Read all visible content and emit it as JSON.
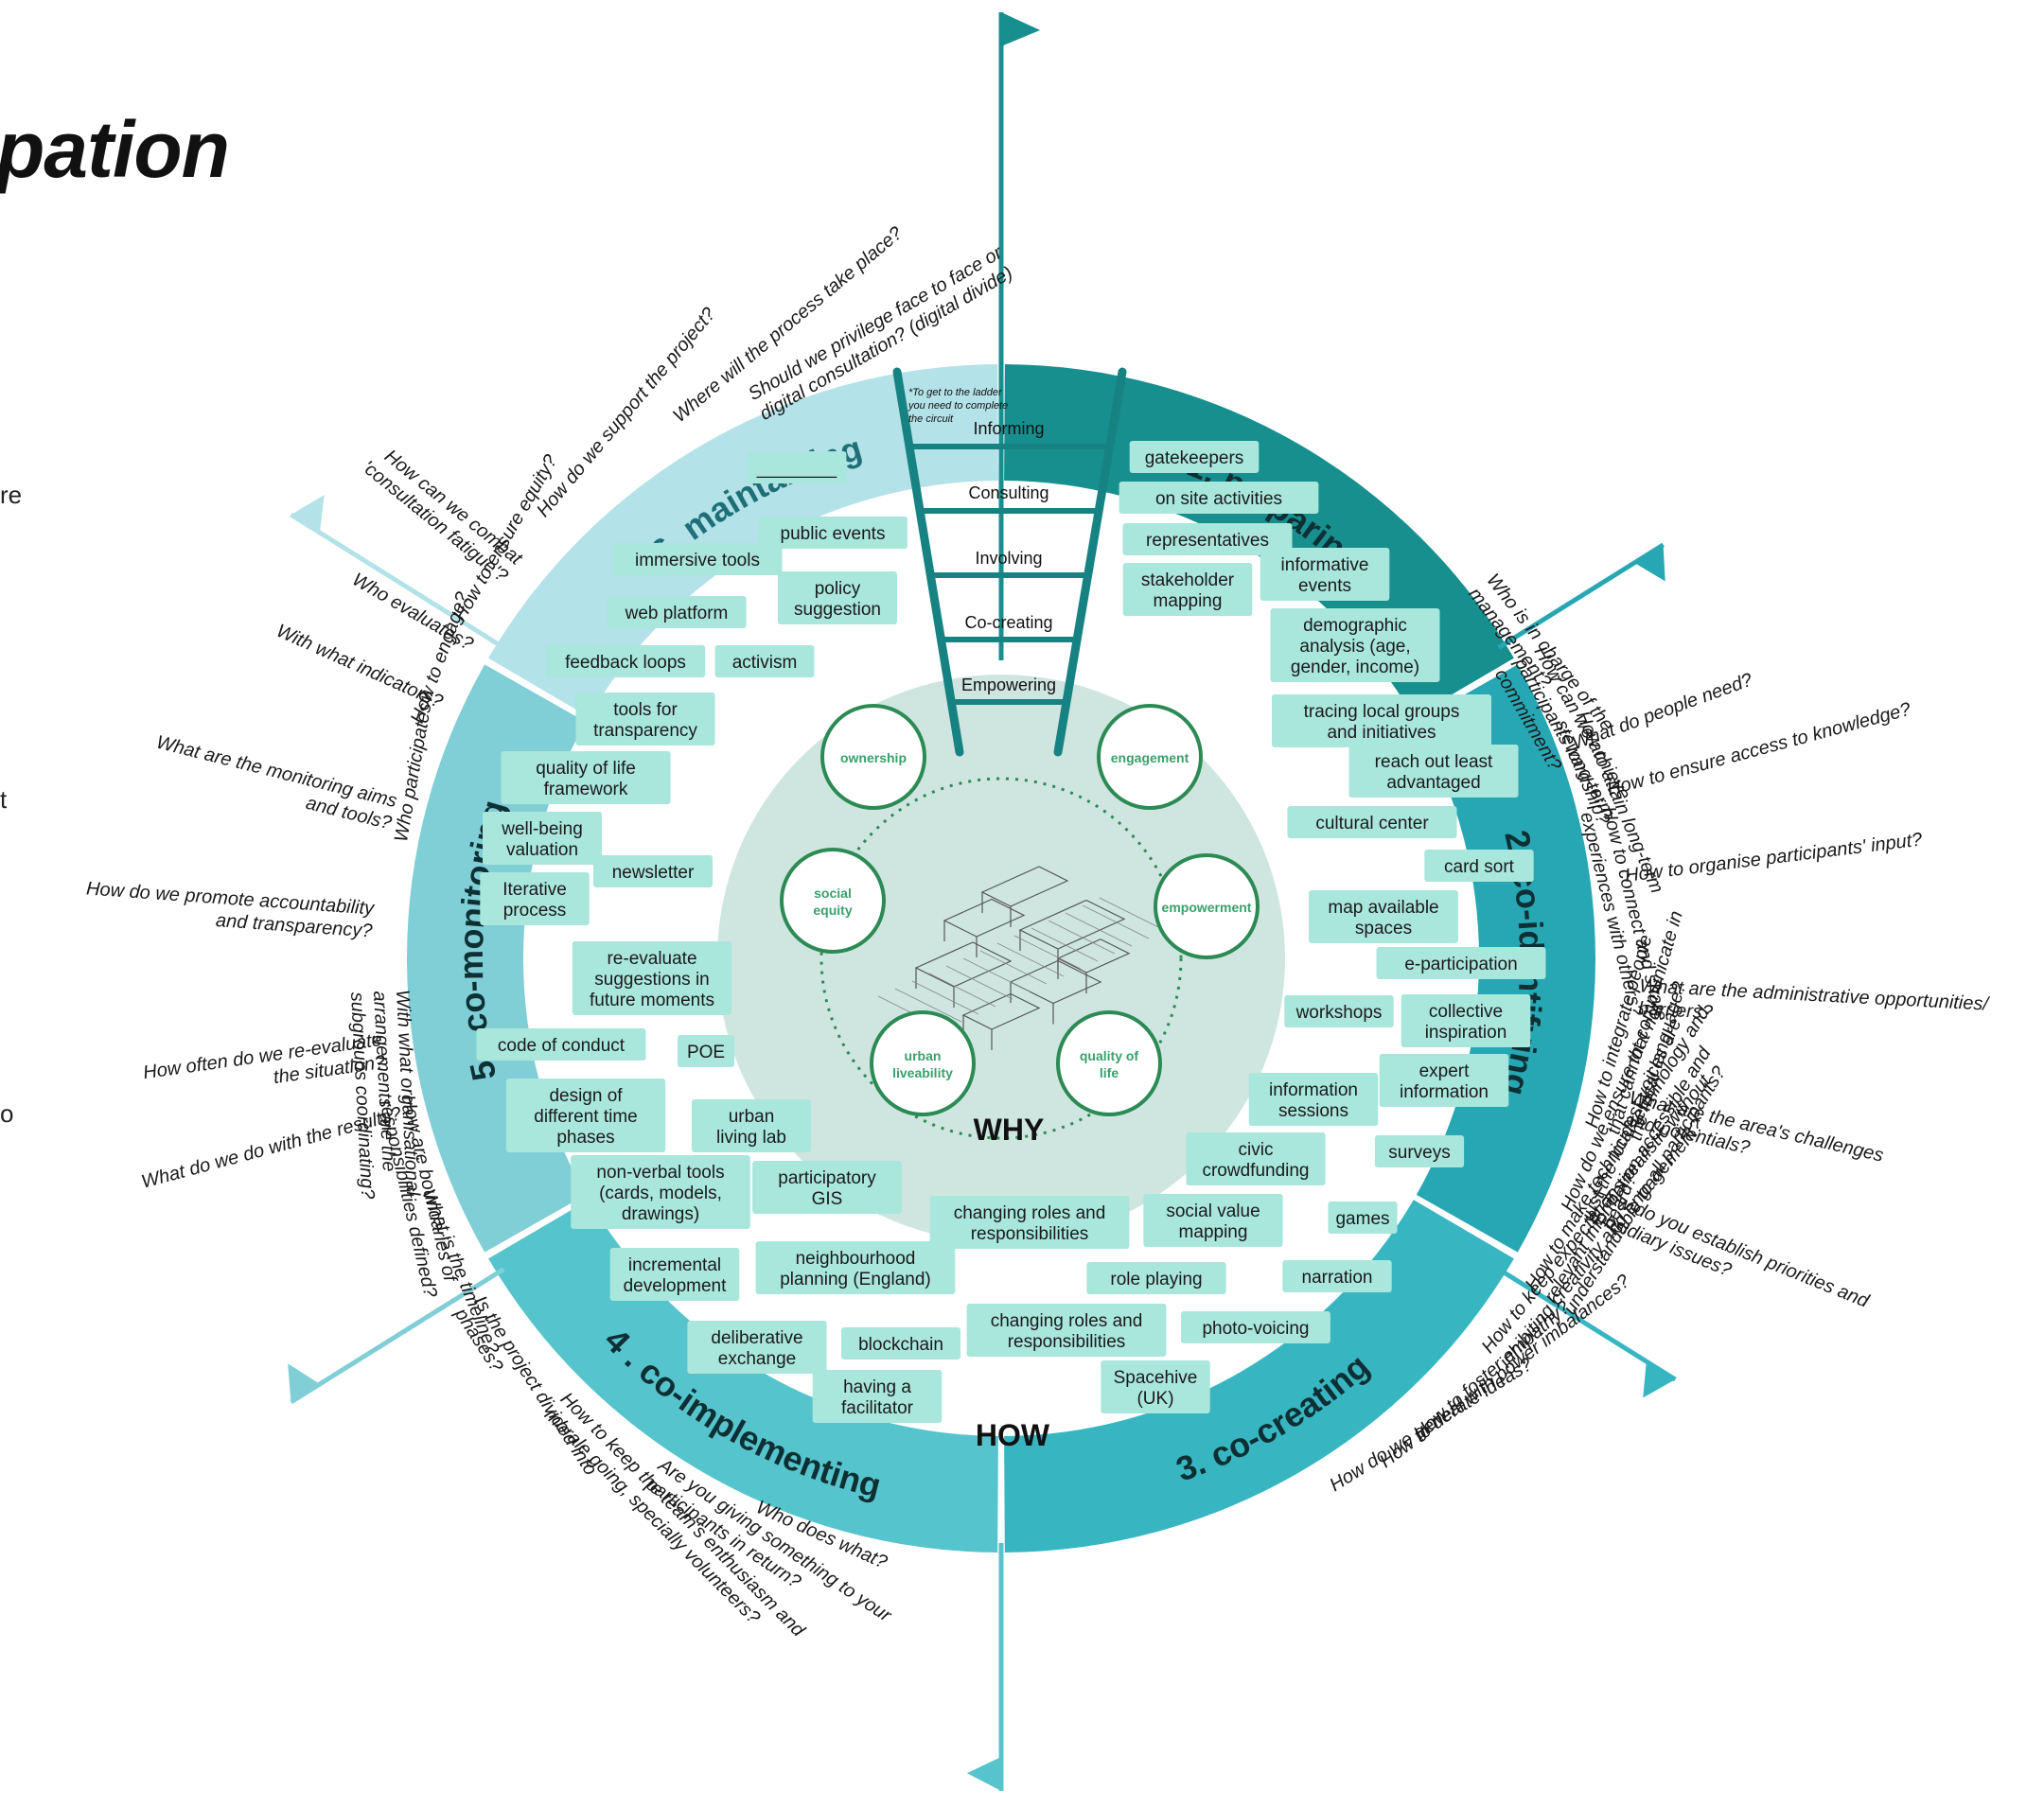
{
  "title": "pation",
  "edge_fragments": [
    "re",
    "t",
    "o"
  ],
  "colors": {
    "preparing": "#178f8f",
    "co_identifying": "#27a7b3",
    "co_creating": "#37b6c2",
    "co_implementing": "#56c4cc",
    "co_monitoring": "#80cfd6",
    "maintaining": "#b3e2e8",
    "tag_bg": "#a9e6dc",
    "inner_disc": "#cfe6e0",
    "circle_text": "#3aa06b",
    "ladder": "#178282"
  },
  "phases": [
    {
      "label": "1. preparing"
    },
    {
      "label": "2. co-identifying"
    },
    {
      "label": "3. co-creating"
    },
    {
      "label": "4 . co-implementing"
    },
    {
      "label": "5 . co-monitoring"
    },
    {
      "label": "6. maintaining"
    }
  ],
  "ladder": {
    "note": [
      "*To get to the ladder",
      "you need to complete",
      "the circuit"
    ],
    "steps": [
      "Informing",
      "Consulting",
      "Involving",
      "Co-creating",
      "Empowering"
    ]
  },
  "why_label": "WHY",
  "how_label": "HOW",
  "values": [
    {
      "lines": [
        "ownership"
      ]
    },
    {
      "lines": [
        "engagement"
      ]
    },
    {
      "lines": [
        "social",
        "equity"
      ]
    },
    {
      "lines": [
        "empowerment"
      ]
    },
    {
      "lines": [
        "urban",
        "liveability"
      ]
    },
    {
      "lines": [
        "quality of",
        "life"
      ]
    }
  ],
  "tags": [
    {
      "lines": [
        "gatekeepers"
      ]
    },
    {
      "lines": [
        "on site activities"
      ]
    },
    {
      "lines": [
        "representatives"
      ]
    },
    {
      "lines": [
        "informative",
        "events"
      ]
    },
    {
      "lines": [
        "stakeholder",
        "mapping"
      ]
    },
    {
      "lines": [
        "demographic",
        "analysis (age,",
        "gender, income)"
      ]
    },
    {
      "lines": [
        "tracing local groups",
        "and initiatives"
      ]
    },
    {
      "lines": [
        "reach out least",
        "advantaged"
      ]
    },
    {
      "lines": [
        "cultural center"
      ]
    },
    {
      "lines": [
        "card sort"
      ]
    },
    {
      "lines": [
        "map available",
        "spaces"
      ]
    },
    {
      "lines": [
        "e-participation"
      ]
    },
    {
      "lines": [
        "workshops"
      ]
    },
    {
      "lines": [
        "collective",
        "inspiration"
      ]
    },
    {
      "lines": [
        "expert",
        "information"
      ]
    },
    {
      "lines": [
        "information",
        "sessions"
      ]
    },
    {
      "lines": [
        "civic",
        "crowdfunding"
      ]
    },
    {
      "lines": [
        "surveys"
      ]
    },
    {
      "lines": [
        "social value",
        "mapping"
      ]
    },
    {
      "lines": [
        "games"
      ]
    },
    {
      "lines": [
        "changing roles and",
        "responsibilities"
      ]
    },
    {
      "lines": [
        "role playing"
      ]
    },
    {
      "lines": [
        "narration"
      ]
    },
    {
      "lines": [
        "changing roles and",
        "responsibilities"
      ]
    },
    {
      "lines": [
        "photo-voicing"
      ]
    },
    {
      "lines": [
        "Spacehive",
        "(UK)"
      ]
    },
    {
      "lines": [
        "having a",
        "facilitator"
      ]
    },
    {
      "lines": [
        "blockchain"
      ]
    },
    {
      "lines": [
        "deliberative",
        "exchange"
      ]
    },
    {
      "lines": [
        "neighbourhood",
        "planning (England)"
      ]
    },
    {
      "lines": [
        "incremental",
        "development"
      ]
    },
    {
      "lines": [
        "participatory",
        "GIS"
      ]
    },
    {
      "lines": [
        "non-verbal tools",
        "(cards, models,",
        "drawings)"
      ]
    },
    {
      "lines": [
        "urban",
        "living lab"
      ]
    },
    {
      "lines": [
        "design of",
        "different time",
        "phases"
      ]
    },
    {
      "lines": [
        "POE"
      ]
    },
    {
      "lines": [
        "code of conduct"
      ]
    },
    {
      "lines": [
        "re-evaluate",
        "suggestions in",
        "future moments"
      ]
    },
    {
      "lines": [
        "Iterative",
        "process"
      ]
    },
    {
      "lines": [
        "newsletter"
      ]
    },
    {
      "lines": [
        "well-being",
        "valuation"
      ]
    },
    {
      "lines": [
        "quality of life",
        "framework"
      ]
    },
    {
      "lines": [
        "tools for",
        "transparency"
      ]
    },
    {
      "lines": [
        "feedback loops"
      ]
    },
    {
      "lines": [
        "activism"
      ]
    },
    {
      "lines": [
        "web platform"
      ]
    },
    {
      "lines": [
        "policy",
        "suggestion"
      ]
    },
    {
      "lines": [
        "immersive tools"
      ]
    },
    {
      "lines": [
        "public events"
      ]
    },
    {
      "lines": [
        "________"
      ]
    }
  ],
  "questions": [
    {
      "lines": [
        "Who participates?"
      ]
    },
    {
      "lines": [
        "How to engage?"
      ]
    },
    {
      "lines": [
        "How to ensure equity?"
      ]
    },
    {
      "lines": [
        "How do we support the project?"
      ]
    },
    {
      "lines": [
        "Where will the process take place?"
      ]
    },
    {
      "lines": [
        "Should we privilege face to face or",
        "digital consultation? (digital divide)"
      ]
    },
    {
      "lines": [
        "What do people need?"
      ]
    },
    {
      "lines": [
        "How to ensure access to knowledge?"
      ]
    },
    {
      "lines": [
        "How to organise participants' input?"
      ]
    },
    {
      "lines": [
        "What are the administrative opportunities/",
        "barriers?"
      ]
    },
    {
      "lines": [
        "What are the area's challenges",
        "and potentials?"
      ]
    },
    {
      "lines": [
        "How do you establish priorities and",
        "subsidiary issues?"
      ]
    },
    {
      "lines": [
        "How do we generate ideas?"
      ]
    },
    {
      "lines": [
        "How to deal with power imbalances?"
      ]
    },
    {
      "lines": [
        "How to foster empathy?"
      ]
    },
    {
      "lines": [
        "How to keep expectations realistic without",
        "inhibiting creativity and engagement?"
      ]
    },
    {
      "lines": [
        "How to make technical terminology and",
        "relevant information accessible and",
        "understandable to all participants?"
      ]
    },
    {
      "lines": [
        "How do we ensure that not",
        "just the loudest voices are",
        "heard?"
      ]
    },
    {
      "lines": [
        "How to integrate people",
        "that cannot communicate in",
        "the local language?"
      ]
    },
    {
      "lines": [
        "With what organisational",
        "arrangements are the",
        "subgroups coordinating?"
      ]
    },
    {
      "lines": [
        "How are boundaries of",
        "responsibilities defined?"
      ]
    },
    {
      "lines": [
        "What is the timeline?"
      ]
    },
    {
      "lines": [
        "Is the project divided into",
        "phases?"
      ]
    },
    {
      "lines": [
        "How to keep the team's enthusiasm and",
        "morale going, specially volunteers?"
      ]
    },
    {
      "lines": [
        "Are you giving something to your",
        "participants in return?"
      ]
    },
    {
      "lines": [
        "Who does what?"
      ]
    },
    {
      "lines": [
        "What do we do with the results?"
      ]
    },
    {
      "lines": [
        "How often do we re-evaluate",
        "the situation?"
      ]
    },
    {
      "lines": [
        "How do we promote accountability",
        "and transparency?"
      ]
    },
    {
      "lines": [
        "What are the monitoring aims",
        "and tools?"
      ]
    },
    {
      "lines": [
        "With what indicators?"
      ]
    },
    {
      "lines": [
        "Who evaluates?"
      ]
    },
    {
      "lines": [
        "How can we combat",
        "'consultation fatigue'?"
      ]
    },
    {
      "lines": [
        "Who is in charge of the",
        "management?"
      ]
    },
    {
      "lines": [
        "How can we achieve",
        "participants long-term",
        "commitment?"
      ]
    },
    {
      "lines": [
        "How to attain long-term",
        "stewardship?"
      ]
    },
    {
      "lines": [
        "How to connect and share",
        "experiences with others?"
      ]
    }
  ]
}
